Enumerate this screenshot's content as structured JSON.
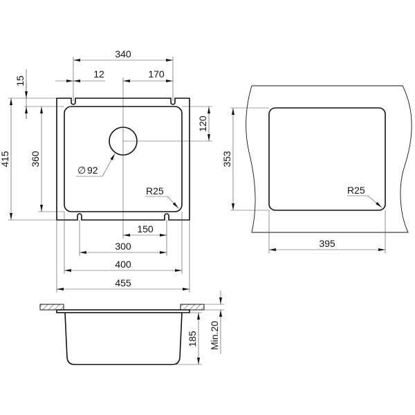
{
  "top_view": {
    "dims": {
      "width_slots_top": "340",
      "slot_offset": "12",
      "drain_offset_x_top": "170",
      "flange_top": "15",
      "overall_depth": "415",
      "bowl_depth": "360",
      "drain_offset_y": "120",
      "drain_diameter": "92",
      "corner_radius": "R25",
      "drain_offset_x_bottom": "150",
      "width_slots_bottom": "300",
      "bowl_width": "400",
      "overall_width": "455"
    },
    "diameter_symbol": "∅"
  },
  "cutout_view": {
    "dims": {
      "height": "353",
      "width": "395",
      "corner_radius": "R25"
    }
  },
  "side_view": {
    "dims": {
      "bowl_height": "185",
      "min_counter": "Min.20"
    }
  }
}
